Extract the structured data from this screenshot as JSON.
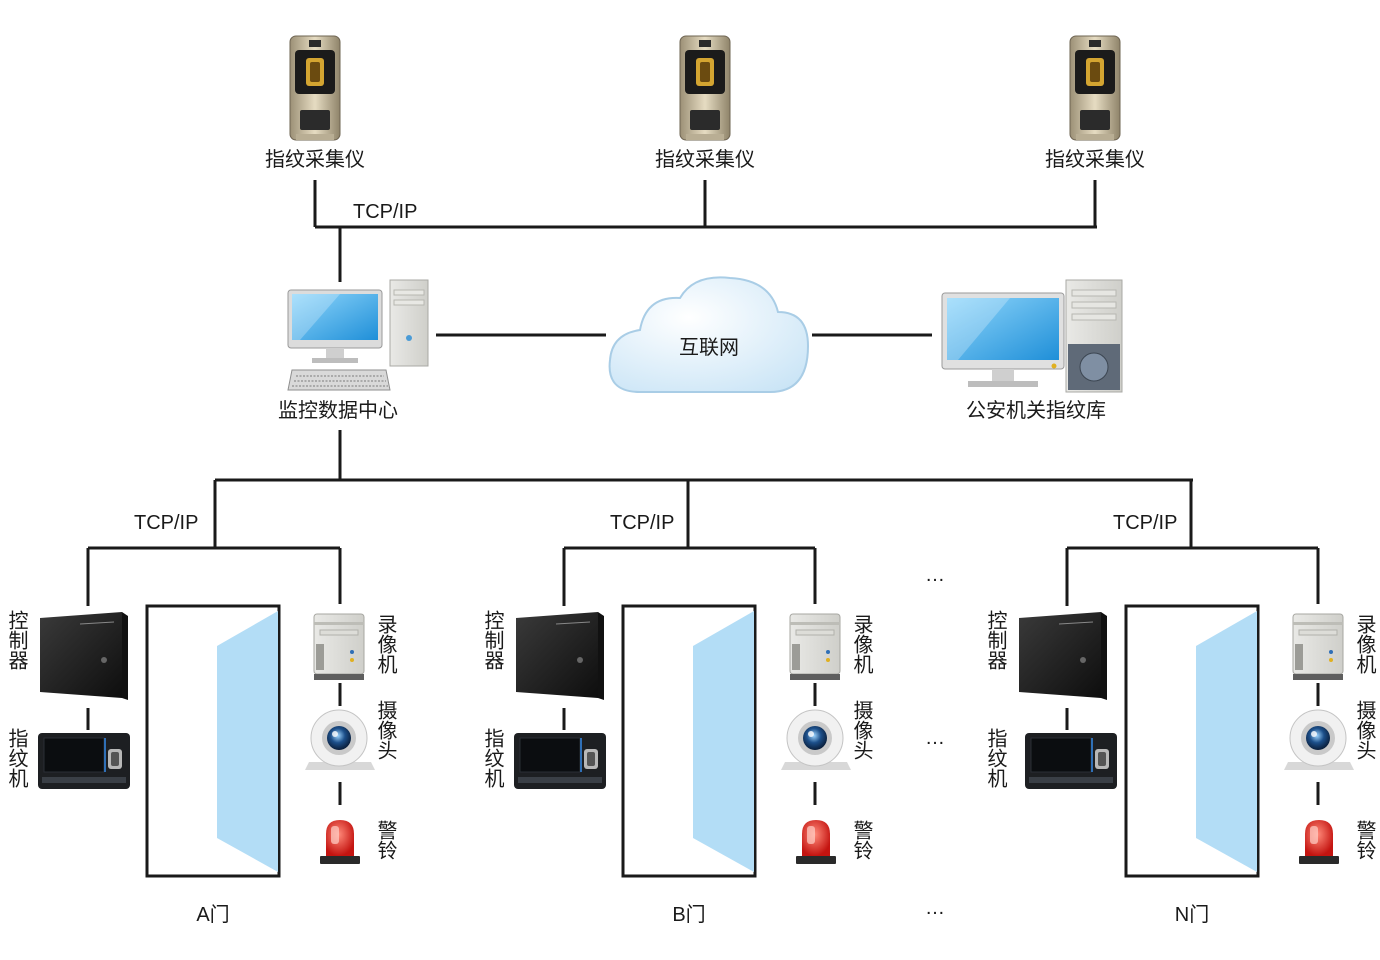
{
  "labels": {
    "scanner": "指纹采集仪",
    "tcpip": "TCP/IP",
    "internet": "互联网",
    "monitor_center": "监控数据中心",
    "police_db": "公安机关指纹库",
    "controller": "控制器",
    "fingerprint_machine": "指纹机",
    "recorder": "录像机",
    "camera": "摄像头",
    "alarm": "警铃",
    "ellipsis": "…",
    "door_a": "A门",
    "door_b": "B门",
    "door_n": "N门"
  },
  "colors": {
    "line": "#1a1a1a",
    "cloud": "#dbeefa",
    "glass": "#b3ddf6",
    "screen": "#35a8e6",
    "alarm": "#e0201b"
  },
  "icons": {
    "scanner": "fingerprint-scanner-icon",
    "computer": "desktop-computer-icon",
    "cloud": "cloud-icon",
    "controller": "controller-box-icon",
    "fingerprint": "fingerprint-reader-icon",
    "recorder": "video-recorder-icon",
    "camera": "security-camera-icon",
    "alarm": "alarm-light-icon",
    "door": "door-icon"
  }
}
